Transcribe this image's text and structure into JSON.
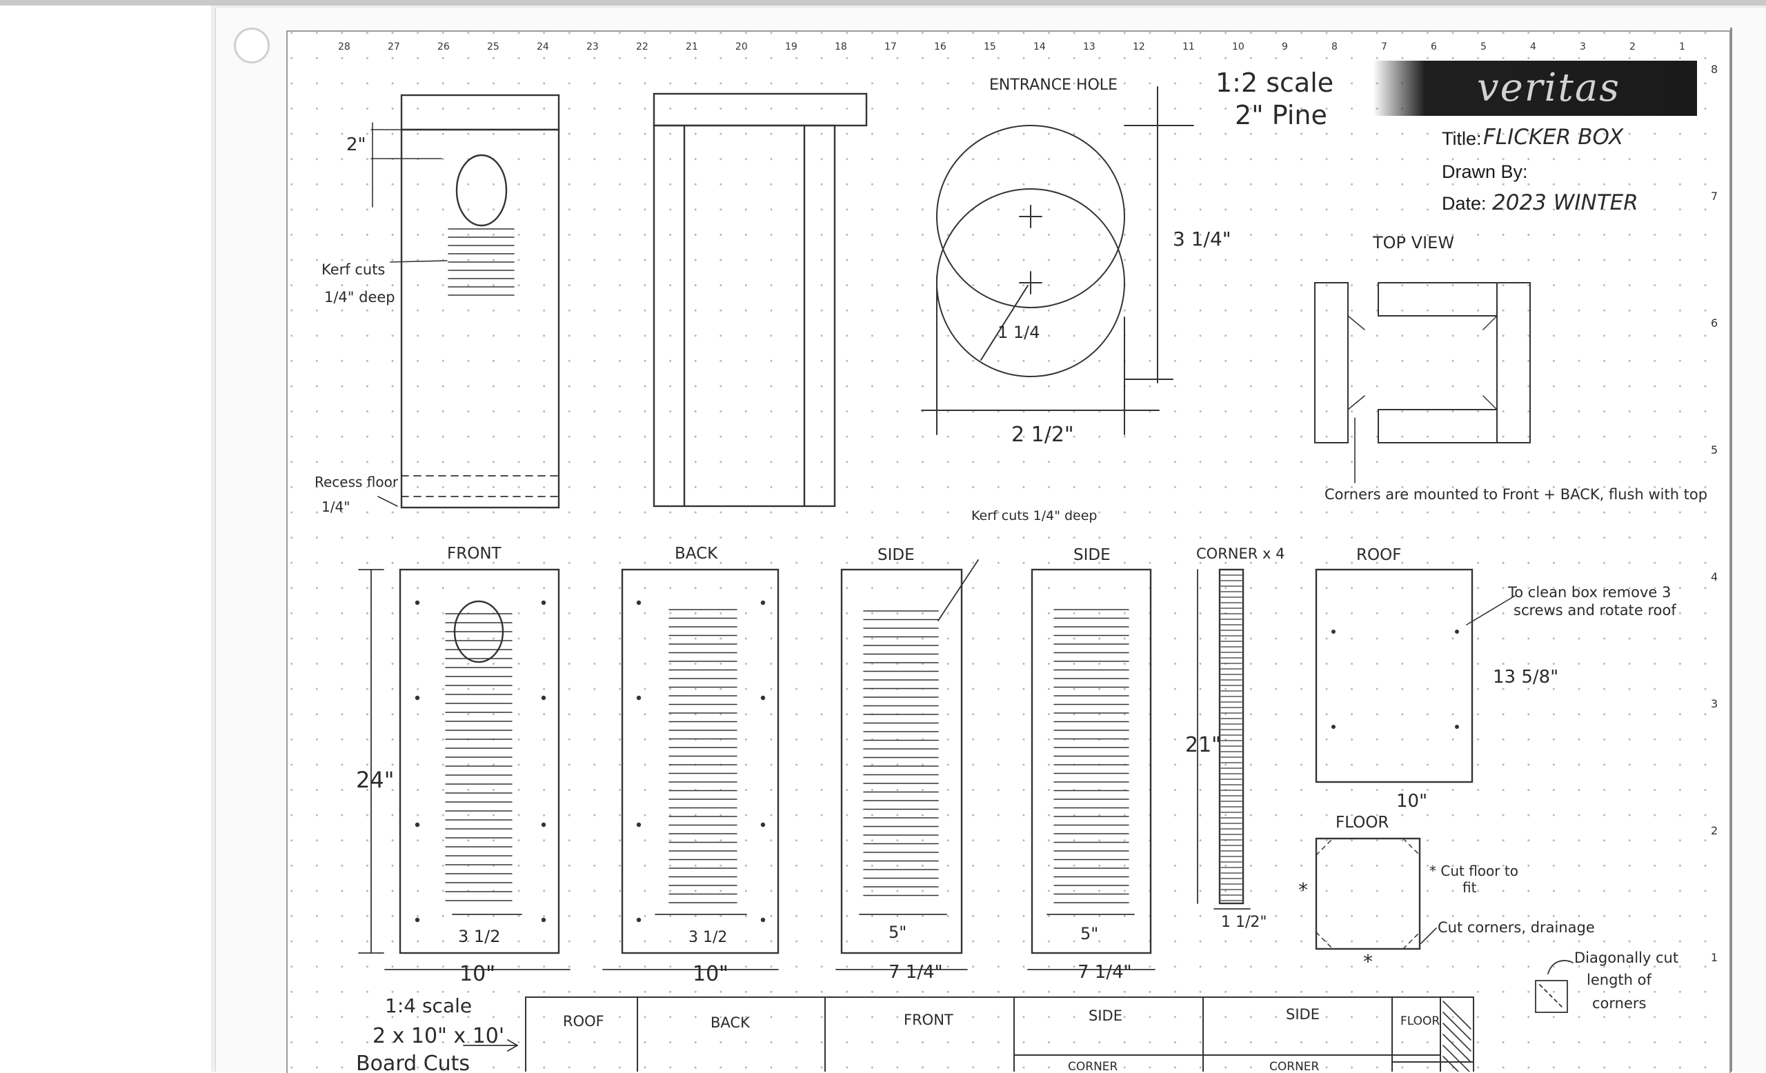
{
  "brand": {
    "logo_text": "veritas"
  },
  "title_block": {
    "title_label": "Title:",
    "title_value": "FLICKER BOX",
    "drawn_by_label": "Drawn By:",
    "drawn_by_value": "",
    "date_label": "Date:",
    "date_value": "2023 WINTER"
  },
  "header_notes": {
    "scale": "1:2 scale",
    "material": "2\" Pine"
  },
  "upper_view": {
    "entrance_hole_title": "ENTRANCE HOLE",
    "top_view_title": "TOP VIEW",
    "dim_2in": "2\"",
    "dim_3_1_4": "3 1/4\"",
    "dim_1_1_4": "1 1/4",
    "dim_2_1_2": "2 1/2\"",
    "note_kerf_line1": "Kerf cuts",
    "note_kerf_line2": "1/4\" deep",
    "note_recess_line1": "Recess floor",
    "note_recess_line2": "1/4\"",
    "note_corners": "Corners are mounted to Front + BACK, flush with top"
  },
  "panels": {
    "front": "FRONT",
    "back": "BACK",
    "side_a": "SIDE",
    "side_b": "SIDE",
    "corner": "CORNER x 4",
    "roof": "ROOF",
    "floor": "FLOOR"
  },
  "dimensions": {
    "height_24": "24\"",
    "width_10_front": "10\"",
    "width_10_back": "10\"",
    "width_7_1_4_a": "7 1/4\"",
    "width_7_1_4_b": "7 1/4\"",
    "kerf_3_1_2_front": "3 1/2",
    "kerf_3_1_2_back": "3 1/2",
    "kerf_5_a": "5\"",
    "kerf_5_b": "5\"",
    "corner_21": "21\"",
    "corner_1_1_2": "1 1/2\"",
    "roof_13_5_8": "13 5/8\"",
    "roof_10": "10\""
  },
  "notes": {
    "kerf_side": "Kerf cuts 1/4\" deep",
    "roof_line1": "To clean box remove 3",
    "roof_line2": "screws and rotate roof",
    "floor_fit_line1": "* Cut floor to",
    "floor_fit_line2": "fit",
    "floor_corners": "Cut corners, drainage",
    "diag_line1": "Diagonally cut",
    "diag_line2": "length of",
    "diag_line3": "corners",
    "floor_asterisk_left": "*",
    "floor_asterisk_bottom": "*"
  },
  "board_cuts": {
    "scale": "1:4 scale",
    "board_size": "2 x 10\" x 10'",
    "label": "Board Cuts",
    "segments": [
      "ROOF",
      "BACK",
      "FRONT",
      "SIDE",
      "SIDE",
      "FLOOR"
    ],
    "lower_segments": [
      "CORNER",
      "CORNER"
    ]
  },
  "ruler_top_numbers": [
    "28",
    "27",
    "26",
    "25",
    "24",
    "23",
    "22",
    "21",
    "20",
    "19",
    "18",
    "17",
    "16",
    "15",
    "14",
    "13",
    "12",
    "11",
    "10",
    "9",
    "8",
    "7",
    "6",
    "5",
    "4",
    "3",
    "2",
    "1"
  ],
  "ruler_right_numbers": [
    "8",
    "7",
    "6",
    "5",
    "4",
    "3",
    "2",
    "1"
  ]
}
